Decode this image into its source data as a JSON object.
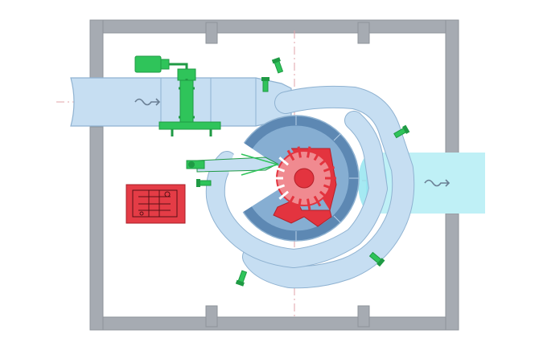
{
  "diagram": {
    "colors": {
      "background": "#ffffff",
      "wall": "#a6abb2",
      "wall_edge": "#8d939a",
      "pipe_fill": "#c6def2",
      "pipe_stroke": "#8fb2d1",
      "pipe_inner": "#a9c8e4",
      "casing_dark": "#5d88b3",
      "casing_mid": "#86aed2",
      "casing_light": "#b7d1e8",
      "outlet": "#bff0f6",
      "outlet_glow": "#8fe3ef",
      "runner": "#e3343f",
      "runner_light": "#f08a90",
      "valve": "#2fc45a",
      "valve_dark": "#1f9a44",
      "control_panel": "#e43c46",
      "centerline": "#e2a3a8",
      "flow_arrow": "#6a7f94"
    },
    "elements": {
      "structure": "powerhouse-wall",
      "inlet": "inlet-penstock",
      "valve": "inlet-butterfly-valve",
      "casing": "spiral-casing",
      "distributor": "distribution-ring-nozzles",
      "runner": "pelton-runner",
      "outlet": "tailrace-outlet",
      "panel": "control-cabinet"
    },
    "icons": {
      "inlet_flow": "flow-arrow-icon",
      "outlet_flow": "flow-arrow-icon"
    }
  }
}
